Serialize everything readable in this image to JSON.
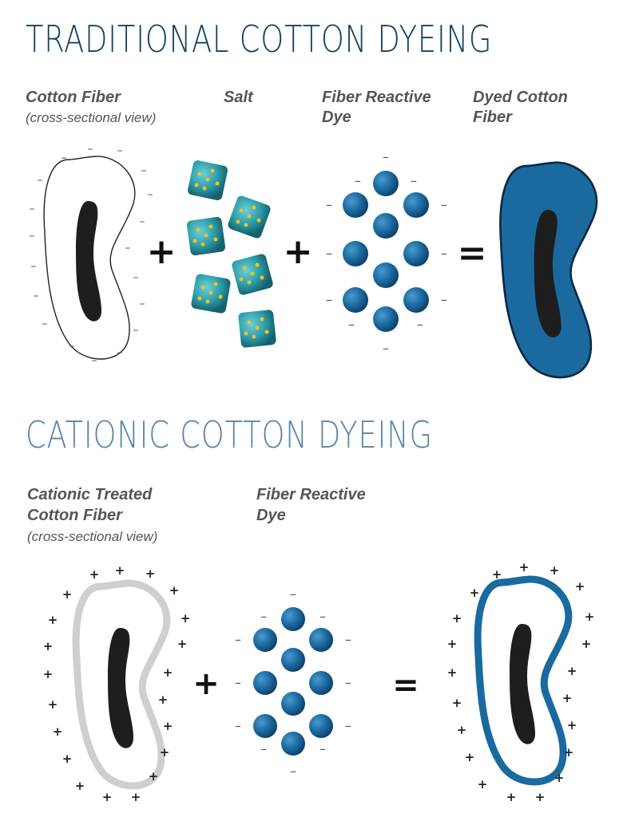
{
  "sections": {
    "traditional": {
      "title": "TRADITIONAL COTTON DYEING",
      "labels": {
        "cotton_fiber": "Cotton Fiber",
        "cotton_fiber_sub": "(cross-sectional view)",
        "salt": "Salt",
        "dye_line1": "Fiber Reactive",
        "dye_line2": "Dye",
        "dyed_line1": "Dyed Cotton",
        "dyed_line2": "Fiber"
      }
    },
    "cationic": {
      "title": "CATIONIC COTTON DYEING",
      "labels": {
        "fiber_line1": "Cationic Treated",
        "fiber_line2": "Cotton Fiber",
        "fiber_sub": "(cross-sectional view)",
        "dye_line1": "Fiber Reactive",
        "dye_line2": "Dye"
      }
    }
  },
  "symbols": {
    "plus": "+",
    "equals": "=",
    "negative": "–",
    "positive": "+"
  },
  "colors": {
    "traditional_title": "#14425a",
    "cationic_title": "#5a86a8",
    "dye_blue": "#1a6aa0",
    "fiber_core": "#1e1e1e",
    "cationic_fiber_ring": "#d0d0d0",
    "salt_crystal": "#2a9aa8",
    "salt_accent": "#f0c020"
  }
}
